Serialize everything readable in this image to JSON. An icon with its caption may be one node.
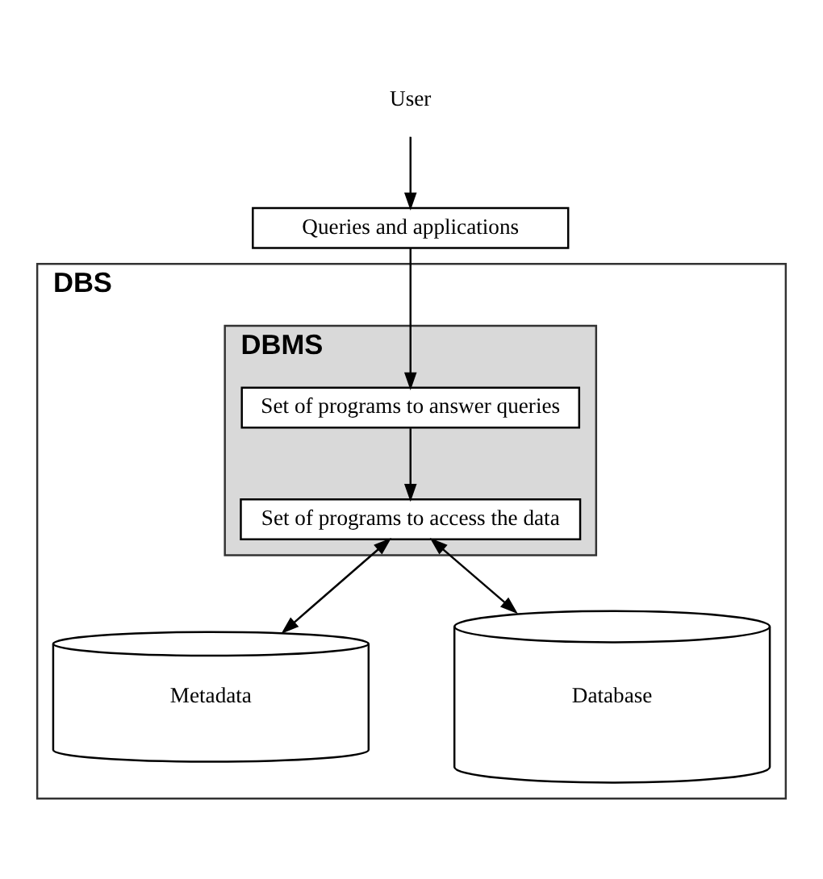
{
  "diagram": {
    "nodes": [
      {
        "text": [
          "User"
        ]
      },
      {
        "text": [
          "Queries and applications"
        ]
      },
      {
        "text": [
          "DBS"
        ]
      },
      {
        "text": [
          "DBMS"
        ],
        "in": 2
      },
      {
        "text": [
          "Set of programs to answer queries"
        ],
        "in": 3
      },
      {
        "text": [
          "Set of programs to access the data"
        ],
        "in": 3
      },
      {
        "text": [
          "Metadata"
        ],
        "in": 2
      },
      {
        "text": [
          "Database"
        ],
        "in": 2
      }
    ],
    "edges": [
      {
        "from": 0,
        "to": 1,
        "arrow": "to"
      },
      {
        "from": 1,
        "to": 4,
        "arrow": "to"
      },
      {
        "from": 4,
        "to": 5,
        "arrow": "to"
      },
      {
        "from": 5,
        "to": 6,
        "arrow": "both"
      },
      {
        "from": 5,
        "to": 7,
        "arrow": "both"
      }
    ]
  }
}
